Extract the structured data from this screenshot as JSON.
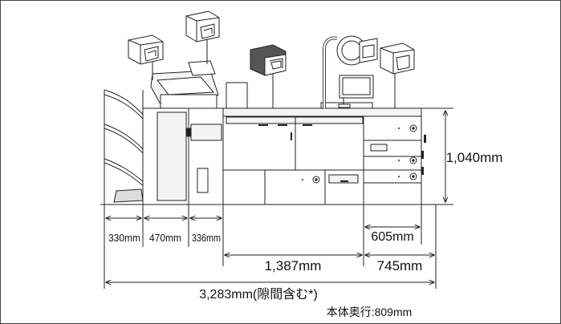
{
  "dimensions": {
    "height": "1,040mm",
    "finisher_width": "330mm",
    "module_a_width": "470mm",
    "module_b_width": "336mm",
    "feeder_width": "605mm",
    "main_unit_width": "1,387mm",
    "feeder_total_width": "745mm",
    "total_width": "3,283mm(隙間含む*)",
    "depth": "本体奥行:809mm"
  },
  "colors": {
    "line": "#222222",
    "shadow": "#555555",
    "panel": "#f4f4f4"
  },
  "icons": [
    "camera-icon",
    "monitor-icon",
    "document-icon"
  ]
}
